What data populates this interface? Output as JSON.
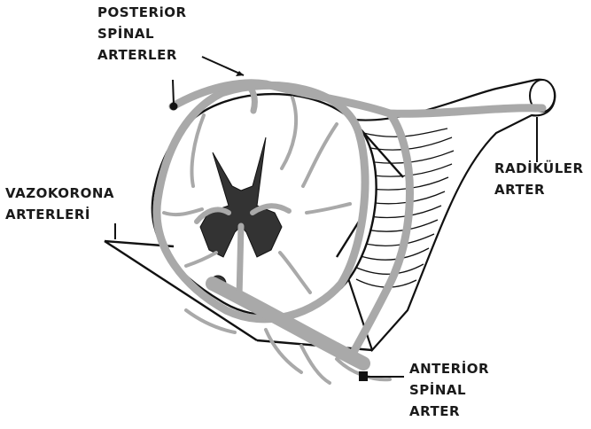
{
  "labels": {
    "posterior": [
      "POSTERiOR",
      "SPİNAL",
      "ARTERLER"
    ],
    "vasocorona": [
      "VAZOKORONA",
      "ARTERLERİ"
    ],
    "radicular": [
      "RADİKÜLER",
      "ARTER"
    ],
    "anterior": [
      "ANTERİOR",
      "SPİNAL",
      "ARTER"
    ]
  },
  "colors": {
    "vessel": "#a9a9a9",
    "outline": "#111111",
    "grey_matter": "#333333"
  }
}
